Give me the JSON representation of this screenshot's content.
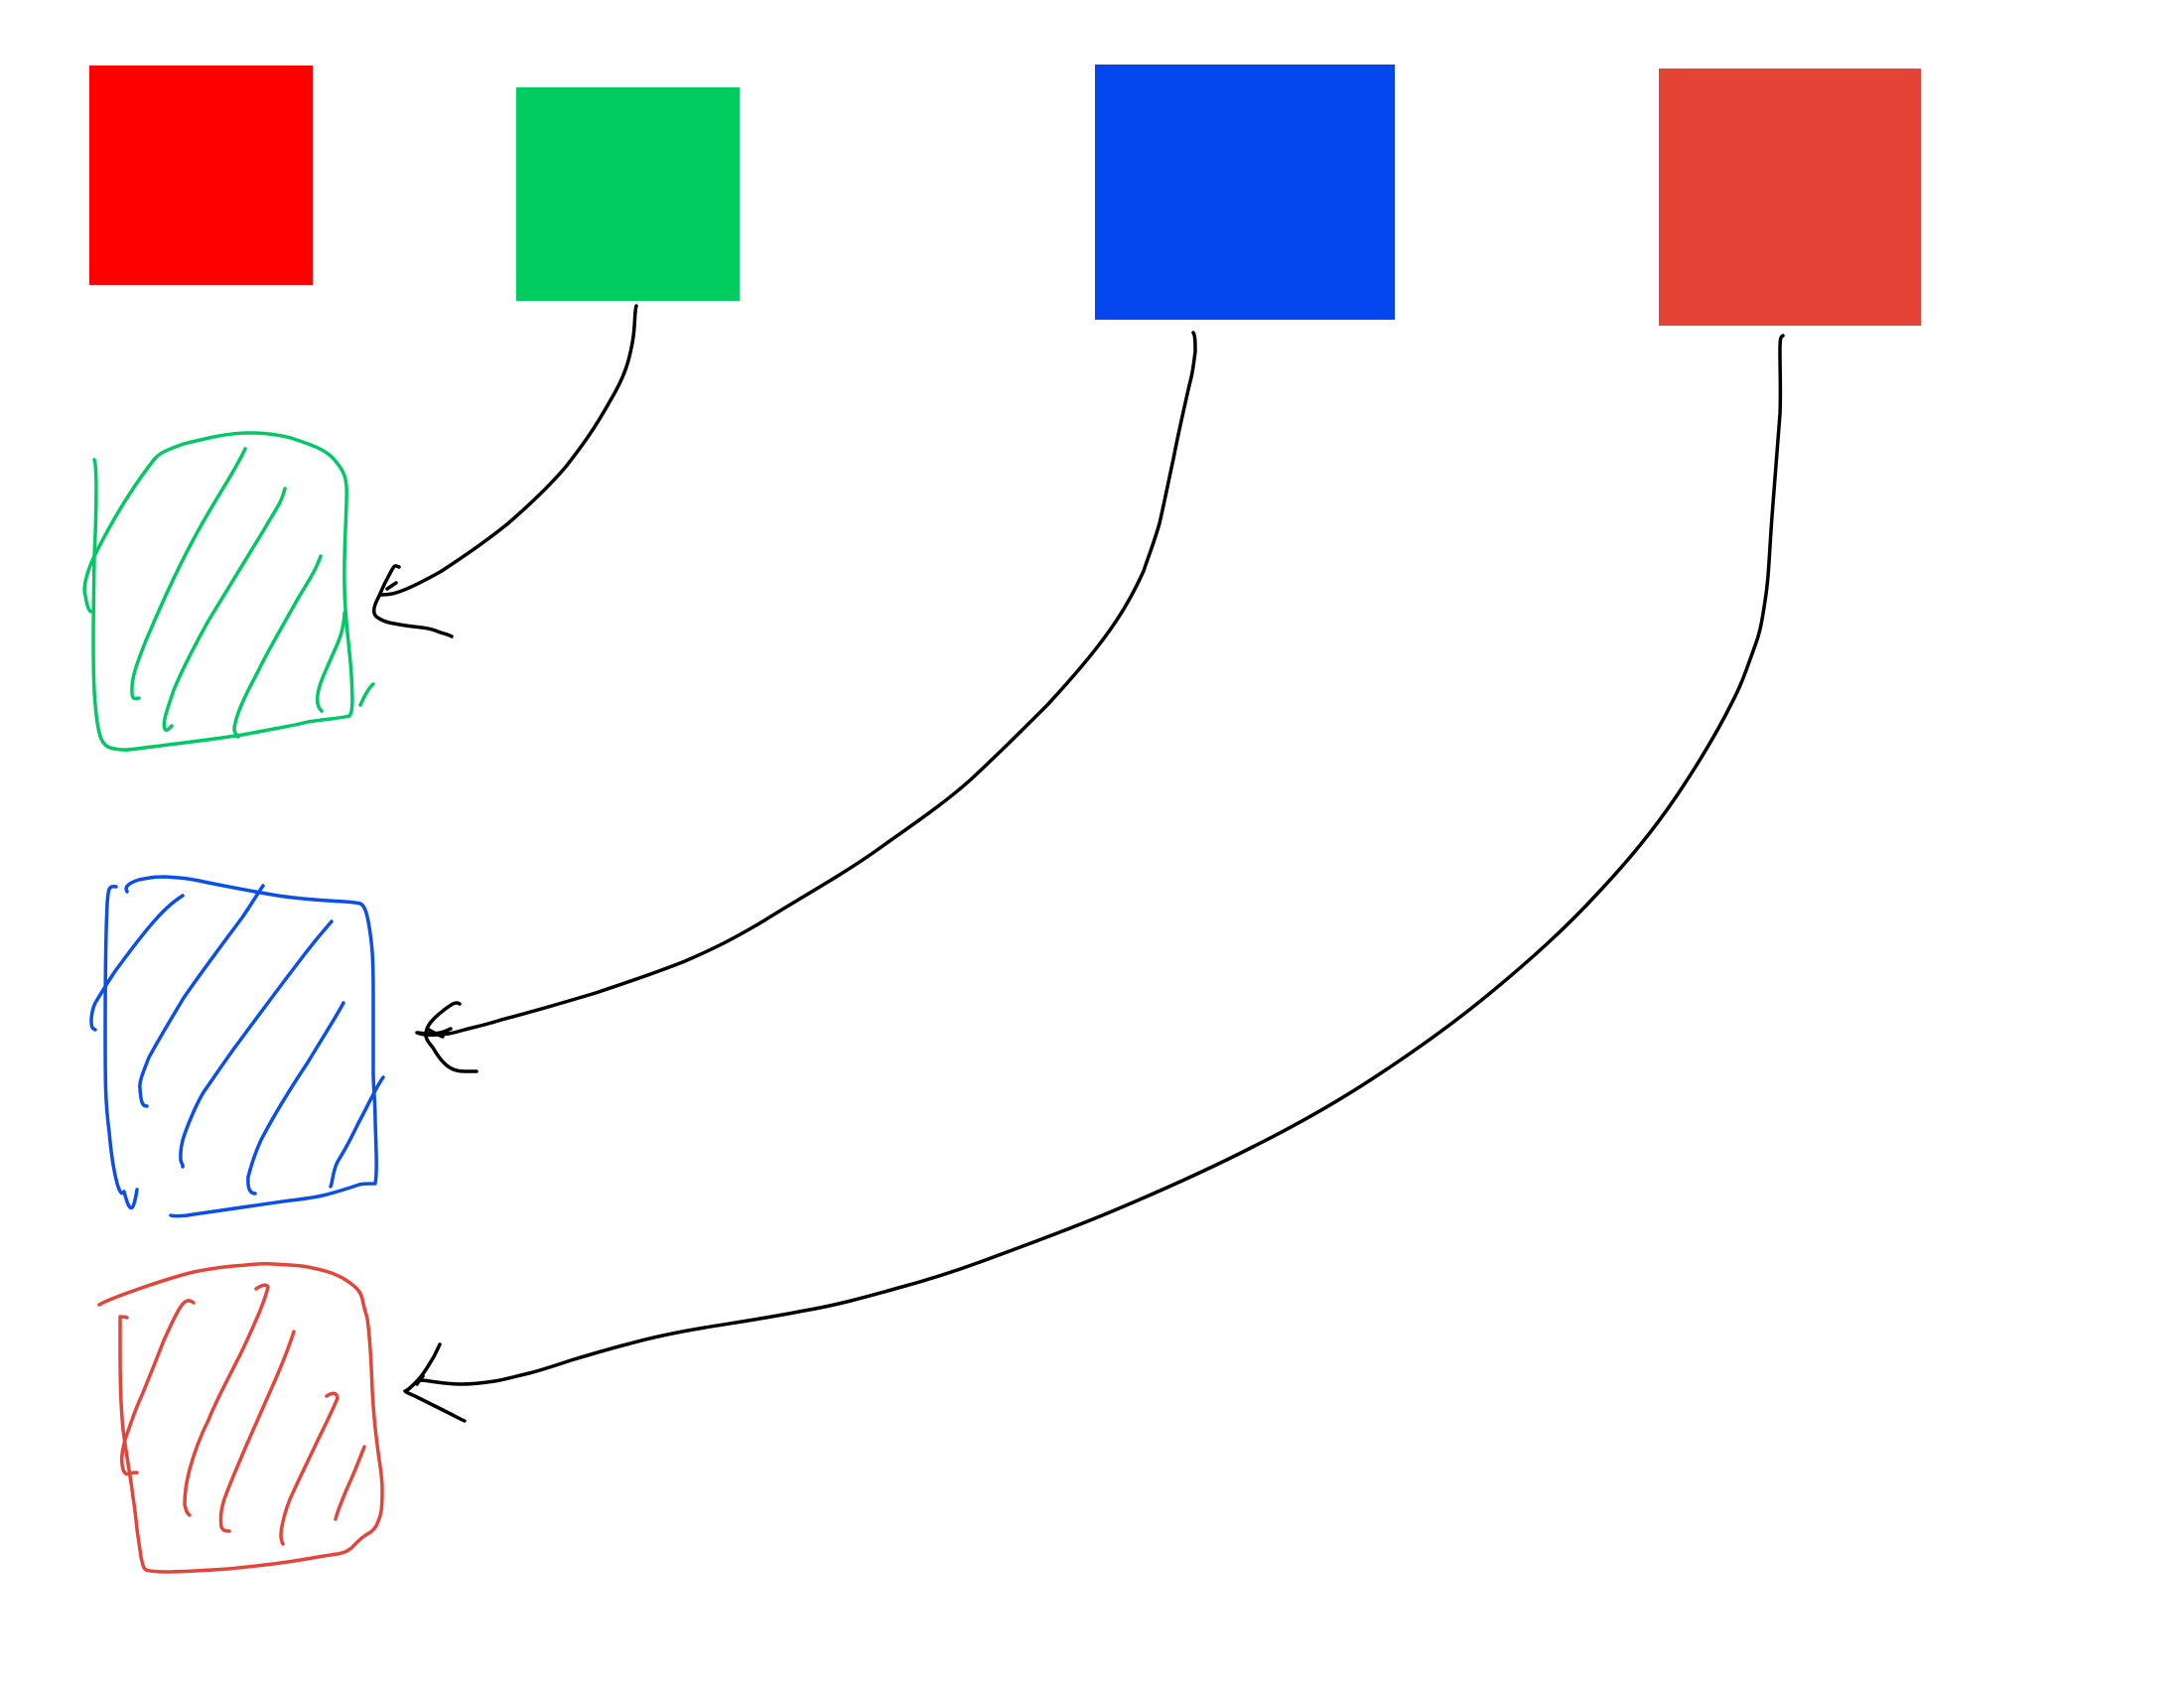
{
  "canvas": {
    "background": "#ffffff"
  },
  "colors": {
    "bright_red": "#ff0000",
    "green": "#00cc60",
    "blue": "#0346ed",
    "tomato_red": "#e44335",
    "arrow": "#000000",
    "sketch_green": "#00c864",
    "sketch_blue": "#0a4fe8",
    "sketch_red": "#e2463a"
  },
  "swatches": [
    {
      "id": "swatch-bright-red",
      "color": "bright_red",
      "connected": false
    },
    {
      "id": "swatch-green",
      "color": "green",
      "connected": true,
      "target": "sketch-green"
    },
    {
      "id": "swatch-blue",
      "color": "blue",
      "connected": true,
      "target": "sketch-blue"
    },
    {
      "id": "swatch-tomato-red",
      "color": "tomato_red",
      "connected": true,
      "target": "sketch-red"
    }
  ],
  "sketches": [
    {
      "id": "sketch-green",
      "color": "sketch_green",
      "style": "hatched"
    },
    {
      "id": "sketch-blue",
      "color": "sketch_blue",
      "style": "hatched"
    },
    {
      "id": "sketch-red",
      "color": "sketch_red",
      "style": "hatched"
    }
  ],
  "arrows": [
    {
      "id": "arrow-green",
      "from": "swatch-green",
      "to": "sketch-green"
    },
    {
      "id": "arrow-blue",
      "from": "swatch-blue",
      "to": "sketch-blue"
    },
    {
      "id": "arrow-red",
      "from": "swatch-tomato-red",
      "to": "sketch-red"
    }
  ]
}
